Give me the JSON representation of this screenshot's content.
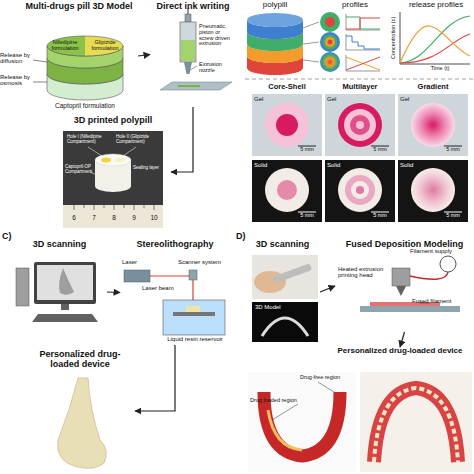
{
  "diagram": {
    "nodes": [
      {
        "text": [
          "Multi-drugs pill 3D Model"
        ]
      },
      {
        "text": [
          "Direct ink writing"
        ]
      },
      {
        "text": [
          "3D printed polypill"
        ]
      },
      {
        "text": [
          "3D scanning"
        ]
      },
      {
        "text": [
          "Stereolithography"
        ]
      },
      {
        "text": [
          "Personalized drug-loaded device"
        ]
      },
      {
        "text": [
          "3D scanning"
        ]
      },
      {
        "text": [
          "Fused Deposition Modeling"
        ]
      },
      {
        "text": [
          "Personalized drug-loaded device"
        ]
      }
    ],
    "edges": [
      {
        "from": 0,
        "to": 1,
        "arrow": "to"
      },
      {
        "from": 1,
        "to": 2,
        "arrow": "to"
      },
      {
        "from": 3,
        "to": 4,
        "arrow": "to"
      },
      {
        "from": 4,
        "to": 5,
        "arrow": "to"
      },
      {
        "from": 6,
        "to": 7,
        "arrow": "to"
      },
      {
        "from": 7,
        "to": 8,
        "arrow": "to"
      }
    ],
    "labels": [
      "Nifedipine formulation",
      "Glipizide formulation",
      "Release by diffusion",
      "Release by osmosis",
      "Captopril formulation",
      "Pneumatic, piston or screw driven extrusion",
      "Extrusion nozzle",
      "Hole I (Nifedipine Compartment)",
      "Hole II (Glipizide Compartment)",
      "Captopril-OP Compartment",
      "Sealing layer",
      "6",
      "7",
      "8",
      "9",
      "10",
      "polypill",
      "profiles",
      "release profiles",
      "Concentration (c)",
      "Time (t)",
      "Core-Shell",
      "Multilayer",
      "Gradient",
      "Gel",
      "5 mm",
      "Gel",
      "5 mm",
      "Gel",
      "5 mm",
      "Solid",
      "5 mm",
      "Solid",
      "5 mm",
      "Solid",
      "5 mm",
      "C)",
      "Laser",
      "Scanner system",
      "Laser beam",
      "Liquid resin reservoir",
      "D)",
      "3D Model",
      "Filament supply",
      "Heated extrusion printing head",
      "Fused filament",
      "Drug-free region",
      "Drug loaded region"
    ]
  }
}
